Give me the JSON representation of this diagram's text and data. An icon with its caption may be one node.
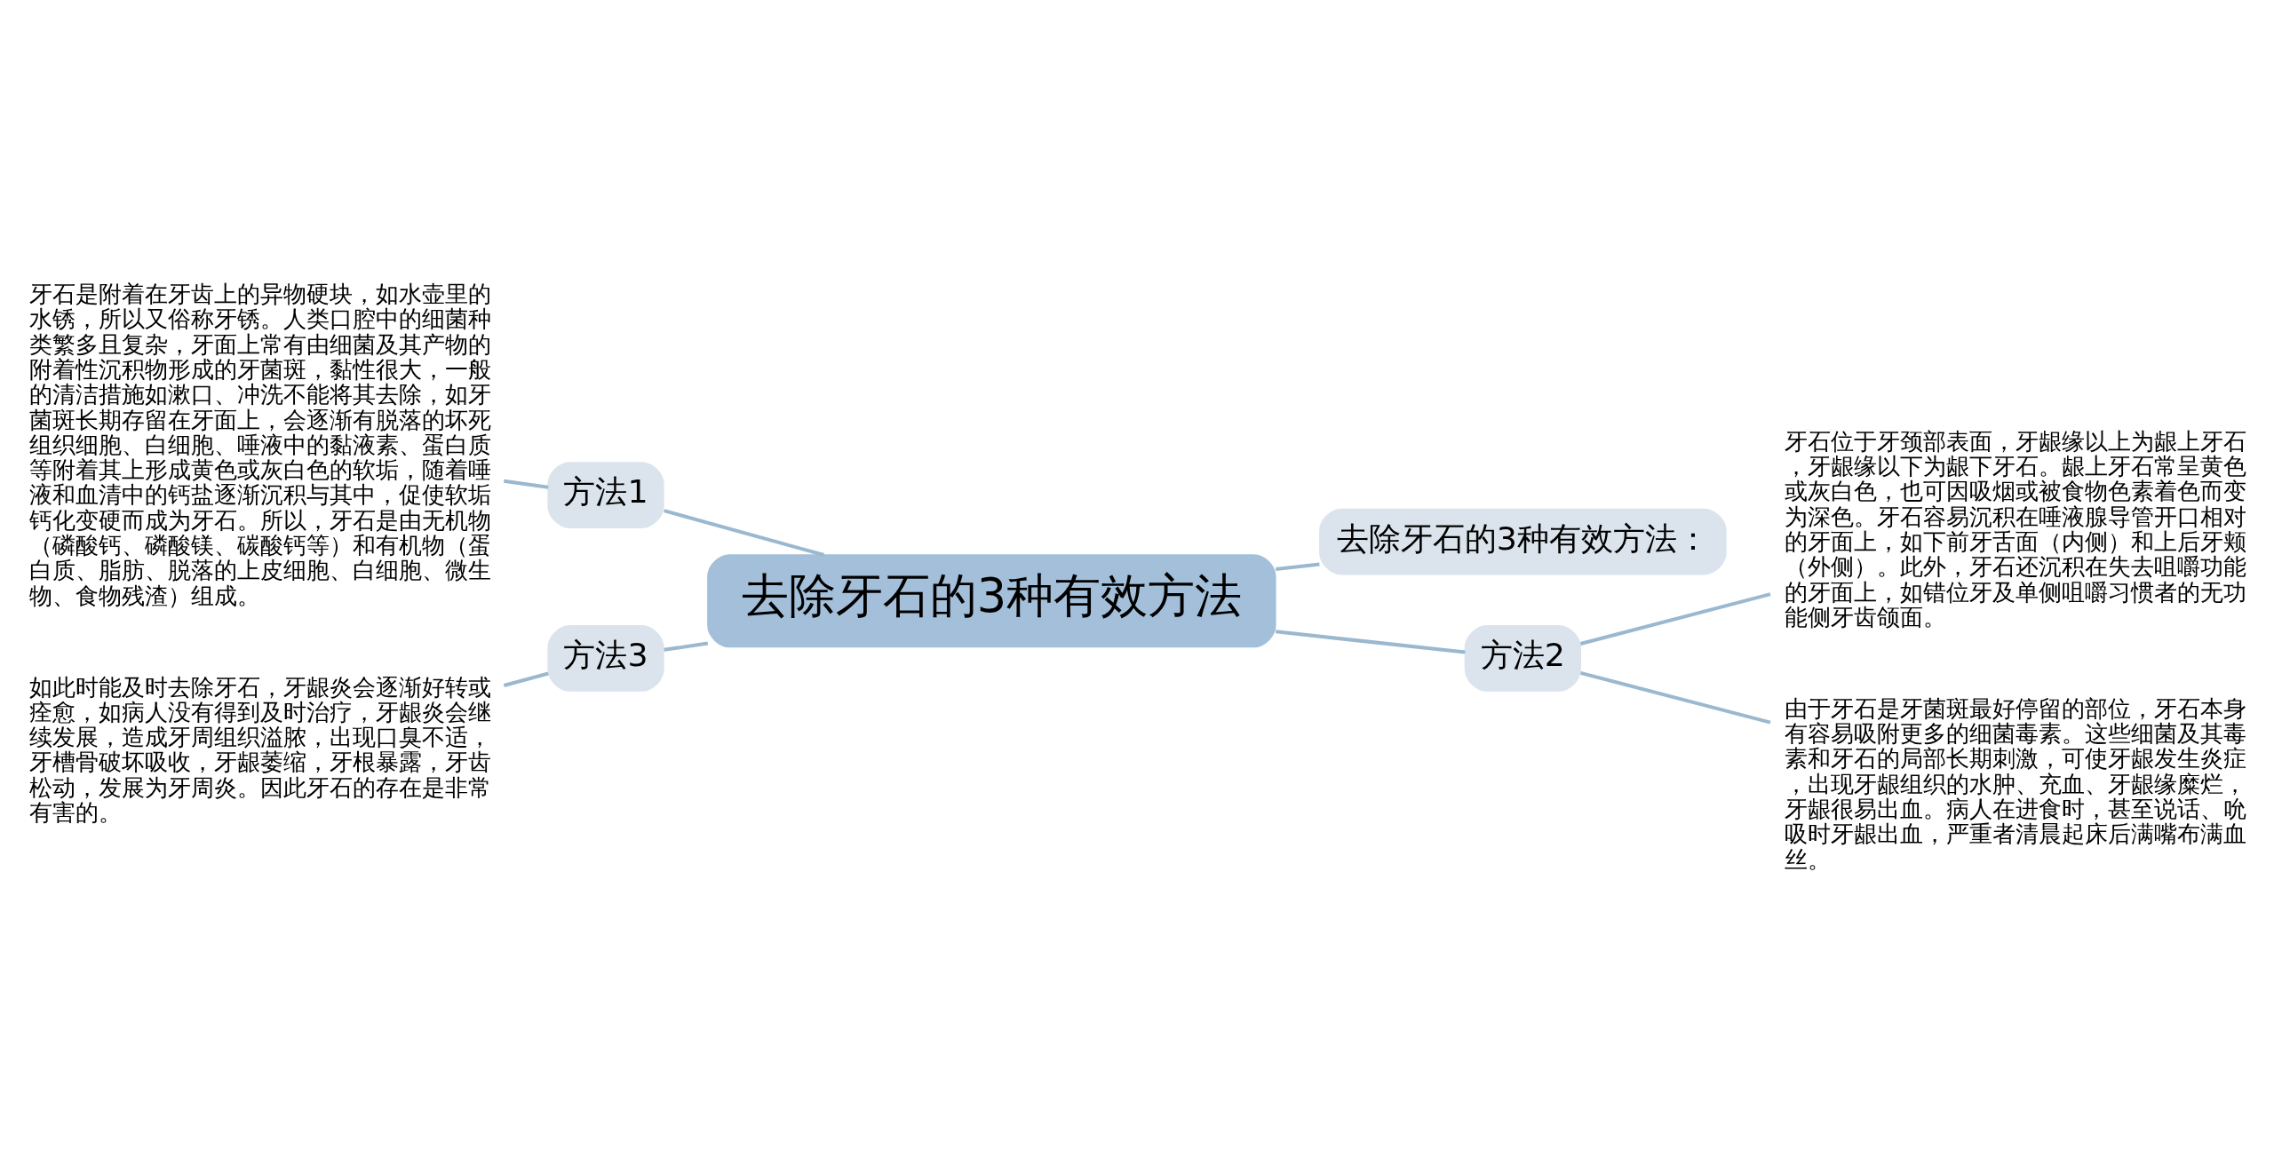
{
  "diagram": {
    "nodes": [
      {
        "text": [
          "去除牙石的3种有效方法"
        ]
      },
      {
        "text": [
          "方法1"
        ]
      },
      {
        "text": [
          "牙石是附着在牙齿上的异物硬块，如水壶里的水锈，所以又俗称牙锈。人类口腔中的细菌种类繁多且复杂，牙面上常有由细菌及其产物的附着性沉积物形成的牙菌斑，黏性很大，一般的清洁措施如漱口、冲洗不能将其去除，如牙菌斑长期存留在牙面上，会逐渐有脱落的坏死组织细胞、白细胞、唾液中的黏液素、蛋白质等附着其上形成黄色或灰白色的软垢，随着唾液和血清中的钙盐逐渐沉积与其中，促使软垢钙化变硬而成为牙石。所以，牙石是由无机物（磷酸钙、磷酸镁、碳酸钙等）和有机物（蛋白质、脂肪、脱落的上皮细胞、白细胞、微生物、食物残渣）组成。"
        ]
      },
      {
        "text": [
          "方法3"
        ]
      },
      {
        "text": [
          "如此时能及时去除牙石，牙龈炎会逐渐好转或痊愈，如病人没有得到及时治疗，牙龈炎会继续发展，造成牙周组织溢脓，出现口臭不适，牙槽骨破坏吸收，牙龈萎缩，牙根暴露，牙齿松动，发展为牙周炎。因此牙石的存在是非常有害的。"
        ]
      },
      {
        "text": [
          "去除牙石的3种有效方法："
        ]
      },
      {
        "text": [
          "方法2"
        ]
      },
      {
        "text": [
          "牙石位于牙颈部表面，牙龈缘以上为龈上牙石，牙龈缘以下为龈下牙石。龈上牙石常呈黄色或灰白色，也可因吸烟或被食物色素着色而变为深色。牙石容易沉积在唾液腺导管开口相对的牙面上，如下前牙舌面（内侧）和上后牙颊（外侧）。此外，牙石还沉积在失去咀嚼功能的牙面上，如错位牙及单侧咀嚼习惯者的无功能侧牙齿颌面。"
        ]
      },
      {
        "text": [
          "由于牙石是牙菌斑最好停留的部位，牙石本身有容易吸附更多的细菌毒素。这些细菌及其毒素和牙石的局部长期刺激，可使牙龈发生炎症，出现牙龈组织的水肿、充血、牙龈缘糜烂，牙龈很易出血。病人在进食时，甚至说话、吮吸时牙龈出血，严重者清晨起床后满嘴布满血丝。"
        ]
      }
    ],
    "edges": [
      {
        "from": 0,
        "to": 1,
        "arrow": "none"
      },
      {
        "from": 1,
        "to": 2,
        "arrow": "none"
      },
      {
        "from": 0,
        "to": 3,
        "arrow": "none"
      },
      {
        "from": 3,
        "to": 4,
        "arrow": "none"
      },
      {
        "from": 0,
        "to": 5,
        "arrow": "none"
      },
      {
        "from": 0,
        "to": 6,
        "arrow": "none"
      },
      {
        "from": 6,
        "to": 7,
        "arrow": "none"
      },
      {
        "from": 6,
        "to": 8,
        "arrow": "none"
      }
    ]
  }
}
